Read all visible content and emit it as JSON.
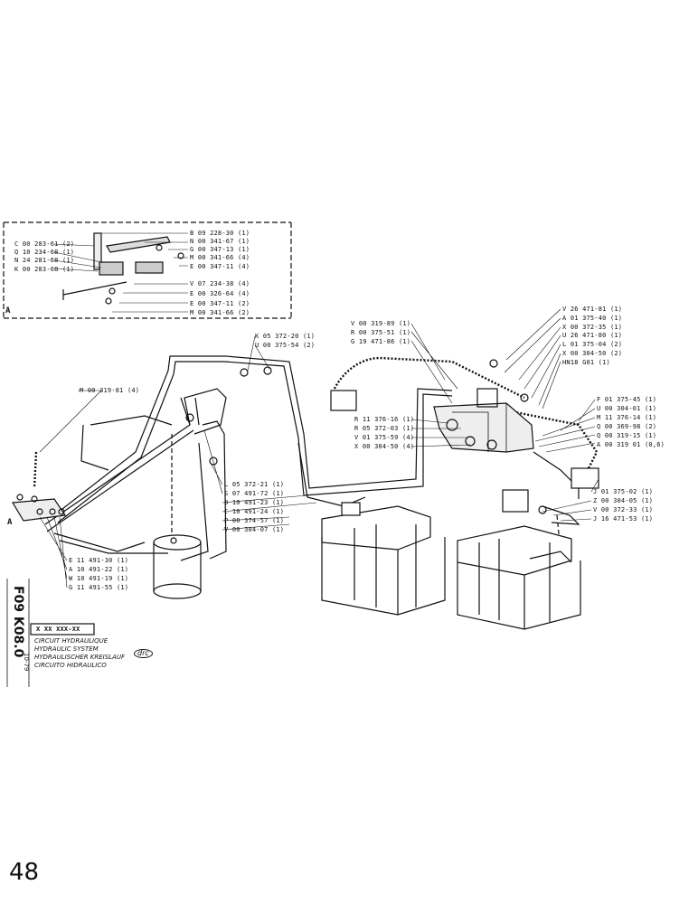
{
  "inset": {
    "letter": "A",
    "left_labels": [
      "C 00 283-61 (2)",
      "Q 10 234-68 (1)",
      "N 24 281-68 (1)",
      "K 00 283-68 (1)"
    ],
    "right_labels": [
      "B 09 228-30 (1)",
      "N 00 341-67 (1)",
      "G 00 347-13 (1)",
      "M 00 341-66 (4)",
      "E 00 347-11 (4)",
      "V 07 234-38 (4)",
      "E 00 326-64 (4)",
      "E 00 347-11 (2)",
      "M 00 341-66 (2)"
    ]
  },
  "labels": {
    "top_left": [
      "K 05 372-20 (1)",
      "U 00 375-54 (2)"
    ],
    "m319": "M 00 319-81 (4)",
    "mid_left": [
      "L 05 372-21 (1)",
      "S 07 491-72 (1)",
      "B 10 491-23 (1)",
      "C 10 491-24 (1)",
      "P 00 374-57 (1)",
      "V 00 304-07 (1)"
    ],
    "bottom_left": [
      "E 11 491-30 (1)",
      "A 10 491-22 (1)",
      "W 10 491-19 (1)",
      "G 11 491-55 (1)"
    ],
    "letter_a": "A",
    "top_center": [
      "V 00 319-89 (1)",
      "R 00 375-51 (1)",
      "G 19 471-86 (1)"
    ],
    "center": [
      "R 11 376-16 (1)",
      "R 05 372-03 (1)",
      "V 01 375-59 (4)",
      "X 00 304-50 (4)"
    ],
    "right_top": [
      "V 26 471-81 (1)",
      "A 01 375-40 (1)",
      "X 00 372-35 (1)",
      "U 26 471-80 (1)",
      "L 01 375-04 (2)",
      "X 00 304-50 (2)",
      "HN18 G01 (1)"
    ],
    "right_mid": [
      "F 01 375-45 (1)",
      "U 00 304-01 (1)",
      "M 11 376-14 (1)",
      "Q 00 369-98 (2)",
      "Q 00 319-15 (1)",
      "A 00 319 01 (0,6)"
    ],
    "right_bot": [
      "J 01 375-02 (1)",
      "Z 00 304-05 (1)",
      "V 00 372-33 (1)",
      "J 16 471-53 (1)"
    ]
  },
  "side_code": "F09  K08.0",
  "date": "10-79",
  "title_block": {
    "code": "X  XX  XXX-XX",
    "lines": [
      "CIRCUIT HYDRAULIQUE",
      "HYDRAULIC SYSTEM",
      "HYDRAULISCHER KREISLAUF",
      "CIRCUITO HIDRAULICO"
    ],
    "logo": "drc"
  },
  "page_number": "48"
}
